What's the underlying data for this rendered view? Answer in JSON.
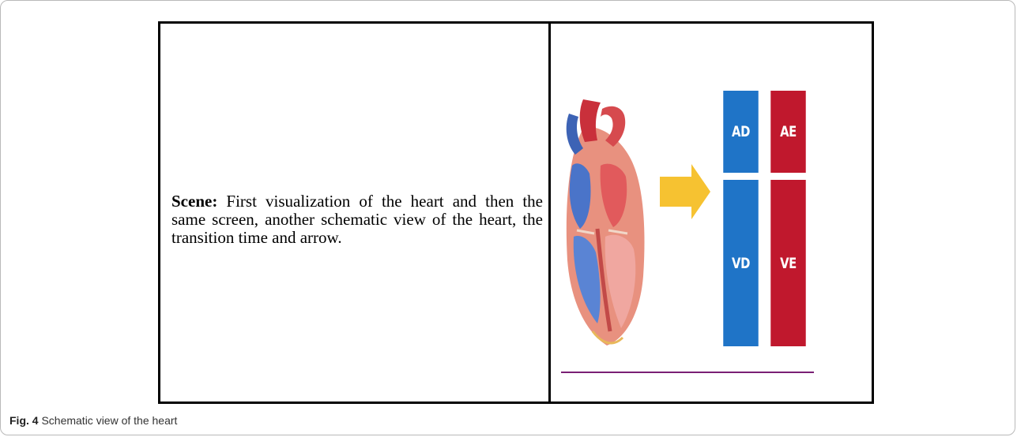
{
  "figure": {
    "scene_label": "Scene:",
    "scene_text": "First visualization of the heart and then the same screen, another schematic view of the heart, the transition time and arrow.",
    "chambers": {
      "ad": "AD",
      "ae": "AE",
      "vd": "VD",
      "ve": "VE"
    },
    "colors": {
      "right_side": "#1f74c7",
      "left_side": "#c0182d",
      "arrow": "#f6c231",
      "rule": "#7a1f74"
    }
  },
  "caption": {
    "label": "Fig. 4",
    "text": "Schematic view of the heart"
  }
}
